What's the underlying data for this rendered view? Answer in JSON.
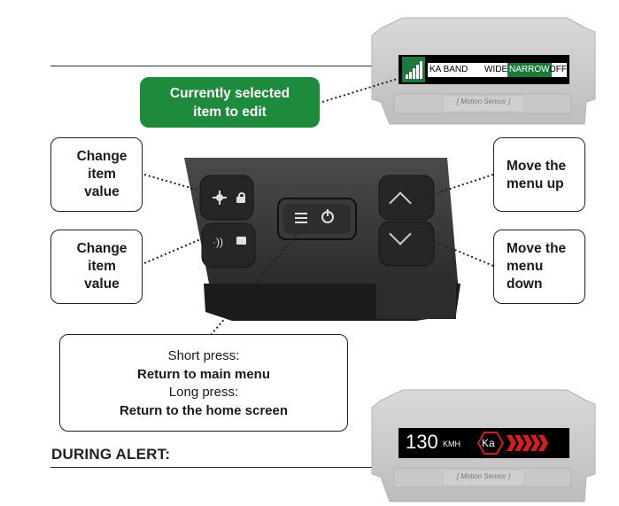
{
  "top_display": {
    "band": "KA BAND",
    "option_wide": "WIDE",
    "option_narrow": "NARROW",
    "option_off": "OFF",
    "sensor_label": "[   Motion Sensor   ]"
  },
  "alert_display": {
    "speed": "130",
    "unit": "KMH",
    "band": "Ka",
    "sensor_label": "[   Motion Sensor   ]"
  },
  "labels": {
    "selected_item": "Currently selected item to edit",
    "change_value_1": "Change item value",
    "change_value_2": "Change item value",
    "menu_up": "Move the menu up",
    "menu_down": "Move the menu down",
    "short_press": "Short press:",
    "return_main": "Return to main menu",
    "long_press": "Long press:",
    "return_home": "Return to the home screen",
    "during_alert": "DURING ALERT:"
  },
  "colors": {
    "callout_green": "#1e8a3c",
    "lcd_highlight": "#1e7a3a",
    "alert_red": "#d21f1f"
  },
  "icons": [
    "signal-bars-icon",
    "brightness-icon",
    "lock-icon",
    "sound-icon",
    "folder-icon",
    "menu-list-icon",
    "power-icon",
    "chevron-up-icon",
    "chevron-down-icon",
    "hexagon-icon"
  ]
}
